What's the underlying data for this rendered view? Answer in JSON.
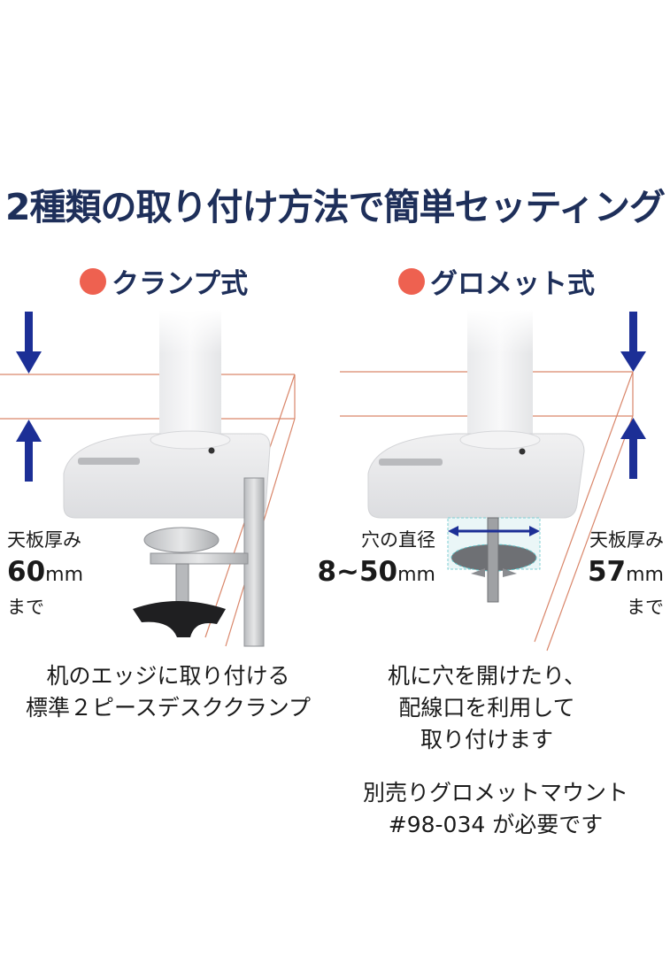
{
  "title": "2種類の取り付け方法で簡単セッティング",
  "colors": {
    "title": "#1e2f5a",
    "bullet": "#ee6150",
    "arrow": "#1c2f96",
    "guide_line": "#d9866a",
    "text": "#1a1a1a"
  },
  "sections": [
    {
      "heading": "クランプ式",
      "spec": {
        "label": "天板厚み",
        "value": "60",
        "unit": "mm",
        "suffix": "まで"
      },
      "description_lines": [
        "机のエッジに取り付ける",
        "標準２ピースデスククランプ"
      ]
    },
    {
      "heading": "グロメット式",
      "hole": {
        "label": "穴の直径",
        "value": "8~50",
        "unit": "mm"
      },
      "spec": {
        "label": "天板厚み",
        "value": "57",
        "unit": "mm",
        "suffix": "まで"
      },
      "description_lines": [
        "机に穴を開けたり、",
        "配線口を利用して",
        "取り付けます"
      ],
      "note_lines": [
        "別売りグロメットマウント",
        "#98-034 が必要です"
      ]
    }
  ]
}
